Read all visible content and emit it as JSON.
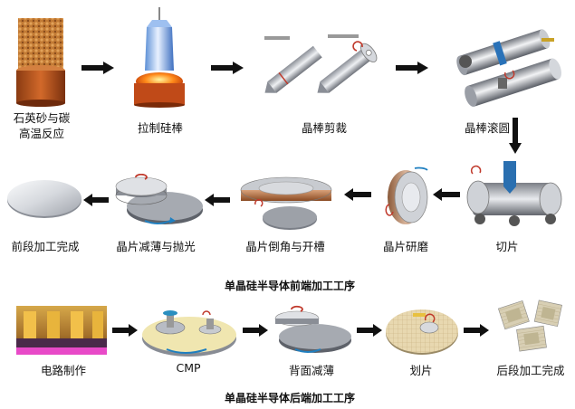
{
  "front_end": {
    "title": "单晶硅半导体前端加工工序",
    "steps": [
      {
        "label_line1": "石英砂与碳",
        "label_line2": "高温反应"
      },
      {
        "label": "拉制硅棒"
      },
      {
        "label": "晶棒剪裁"
      },
      {
        "label": "晶棒滚圆"
      },
      {
        "label": "切片"
      },
      {
        "label": "晶片研磨"
      },
      {
        "label": "晶片倒角与开槽"
      },
      {
        "label": "晶片减薄与抛光"
      },
      {
        "label": "前段加工完成"
      }
    ]
  },
  "back_end": {
    "title": "单晶硅半导体后端加工工序",
    "steps": [
      {
        "label": "电路制作"
      },
      {
        "label": "CMP"
      },
      {
        "label": "背面减薄"
      },
      {
        "label": "划片"
      },
      {
        "label": "后段加工完成"
      }
    ]
  },
  "colors": {
    "arrow": "#111111",
    "accent_blue": "#1f7fc0",
    "accent_red": "#c0392b",
    "copper": "#c8682a",
    "metal": "#b8bcc4"
  }
}
